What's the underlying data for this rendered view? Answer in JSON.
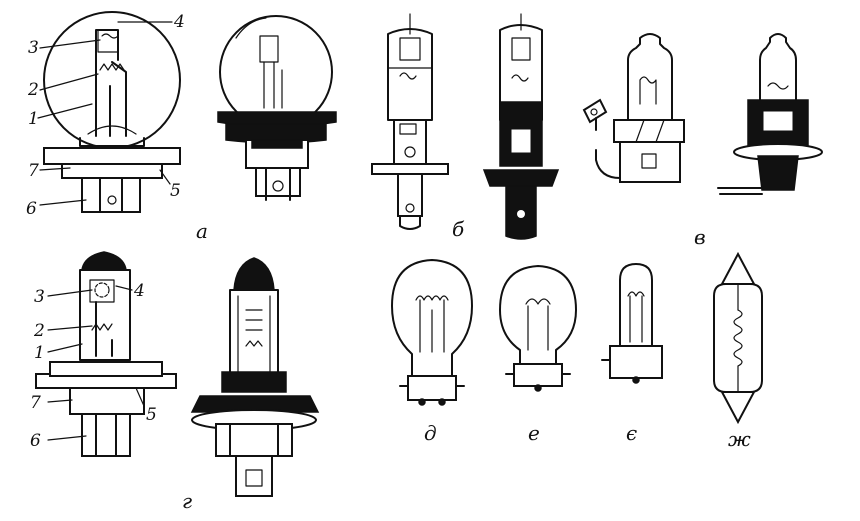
{
  "figure": {
    "captions": {
      "a": "а",
      "b": "б",
      "v": "в",
      "g": "г",
      "d": "д",
      "e": "е",
      "ye": "є",
      "zh": "ж"
    },
    "callouts_top": [
      "1",
      "2",
      "3",
      "4",
      "5",
      "6",
      "7"
    ],
    "callouts_bottom": [
      "1",
      "2",
      "3",
      "4",
      "5",
      "6",
      "7"
    ]
  },
  "colors": {
    "ink": "#111111",
    "paper": "#ffffff"
  }
}
